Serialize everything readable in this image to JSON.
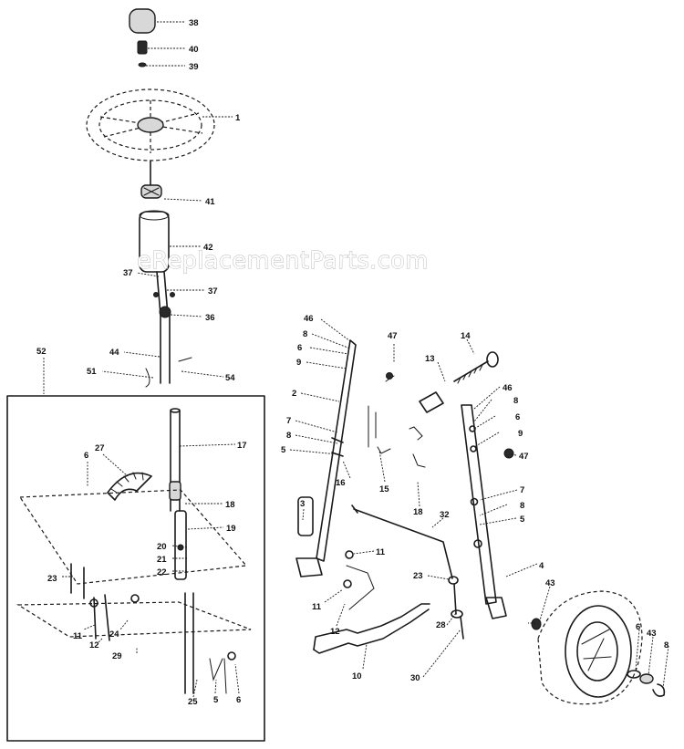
{
  "watermark": "eReplacementParts.com",
  "callouts": [
    {
      "id": "c38",
      "text": "38"
    },
    {
      "id": "c40",
      "text": "40"
    },
    {
      "id": "c39",
      "text": "39"
    },
    {
      "id": "c1",
      "text": "1"
    },
    {
      "id": "c41",
      "text": "41"
    },
    {
      "id": "c42",
      "text": "42"
    },
    {
      "id": "c37a",
      "text": "37"
    },
    {
      "id": "c37b",
      "text": "37"
    },
    {
      "id": "c36",
      "text": "36"
    },
    {
      "id": "c44",
      "text": "44"
    },
    {
      "id": "c51",
      "text": "51"
    },
    {
      "id": "c54",
      "text": "54"
    },
    {
      "id": "c52",
      "text": "52"
    },
    {
      "id": "c17",
      "text": "17"
    },
    {
      "id": "c6a",
      "text": "6"
    },
    {
      "id": "c27",
      "text": "27"
    },
    {
      "id": "c18a",
      "text": "18"
    },
    {
      "id": "c19",
      "text": "19"
    },
    {
      "id": "c20",
      "text": "20"
    },
    {
      "id": "c21",
      "text": "21"
    },
    {
      "id": "c22",
      "text": "22"
    },
    {
      "id": "c23a",
      "text": "23"
    },
    {
      "id": "c11a",
      "text": "11"
    },
    {
      "id": "c12a",
      "text": "12"
    },
    {
      "id": "c24",
      "text": "24"
    },
    {
      "id": "c29",
      "text": "29"
    },
    {
      "id": "c25",
      "text": "25"
    },
    {
      "id": "c5a",
      "text": "5"
    },
    {
      "id": "c6b",
      "text": "6"
    },
    {
      "id": "c46a",
      "text": "46"
    },
    {
      "id": "c8a",
      "text": "8"
    },
    {
      "id": "c6c",
      "text": "6"
    },
    {
      "id": "c9a",
      "text": "9"
    },
    {
      "id": "c2",
      "text": "2"
    },
    {
      "id": "c7a",
      "text": "7"
    },
    {
      "id": "c8b",
      "text": "8"
    },
    {
      "id": "c5b",
      "text": "5"
    },
    {
      "id": "c47a",
      "text": "47"
    },
    {
      "id": "c13",
      "text": "13"
    },
    {
      "id": "c14",
      "text": "14"
    },
    {
      "id": "c46b",
      "text": "46"
    },
    {
      "id": "c8c",
      "text": "8"
    },
    {
      "id": "c6d",
      "text": "6"
    },
    {
      "id": "c9b",
      "text": "9"
    },
    {
      "id": "c47b",
      "text": "47"
    },
    {
      "id": "c16a",
      "text": "16"
    },
    {
      "id": "c15",
      "text": "15"
    },
    {
      "id": "c18b",
      "text": "18"
    },
    {
      "id": "c7b",
      "text": "7"
    },
    {
      "id": "c8d",
      "text": "8"
    },
    {
      "id": "c5c",
      "text": "5"
    },
    {
      "id": "c3",
      "text": "3"
    },
    {
      "id": "c32",
      "text": "32"
    },
    {
      "id": "c11b",
      "text": "11"
    },
    {
      "id": "c4",
      "text": "4"
    },
    {
      "id": "c23b",
      "text": "23"
    },
    {
      "id": "c11c",
      "text": "11"
    },
    {
      "id": "c12b",
      "text": "12"
    },
    {
      "id": "c43a",
      "text": "43"
    },
    {
      "id": "c6e",
      "text": "6"
    },
    {
      "id": "c43b",
      "text": "43"
    },
    {
      "id": "c8e",
      "text": "8"
    },
    {
      "id": "c28",
      "text": "28"
    },
    {
      "id": "c10",
      "text": "10"
    },
    {
      "id": "c30",
      "text": "30"
    }
  ]
}
